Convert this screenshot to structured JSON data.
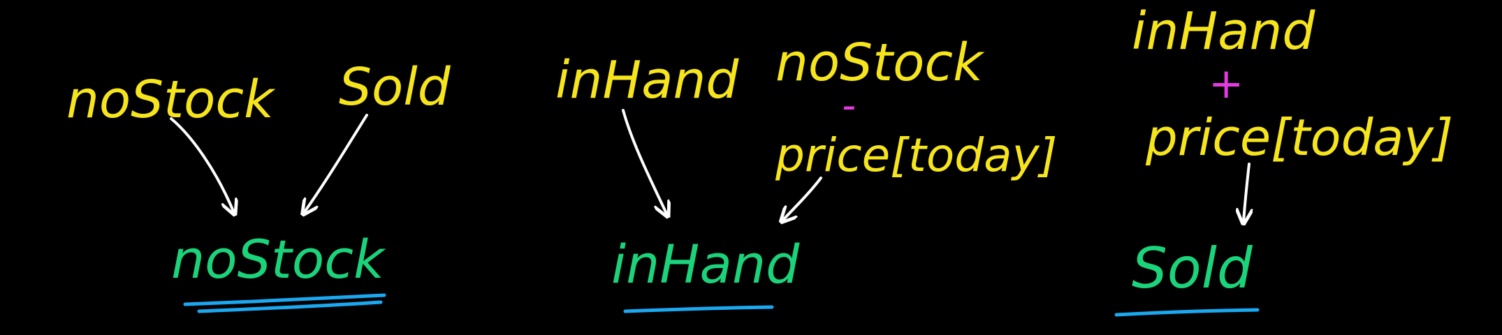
{
  "colors": {
    "background": "#000000",
    "state_text": "#f6e51c",
    "result_text": "#1bd37a",
    "operator": "#e33be0",
    "arrow": "#ffffff",
    "underline": "#1aa8f0"
  },
  "transitions": [
    {
      "inputs": [
        "noStock",
        "Sold"
      ],
      "operator": "",
      "result": "noStock"
    },
    {
      "inputs": [
        "inHand",
        "noStock"
      ],
      "operator": "-",
      "operand": "price[today]",
      "result": "inHand"
    },
    {
      "inputs": [
        "inHand"
      ],
      "operator": "+",
      "operand": "price[today]",
      "result": "Sold"
    }
  ]
}
